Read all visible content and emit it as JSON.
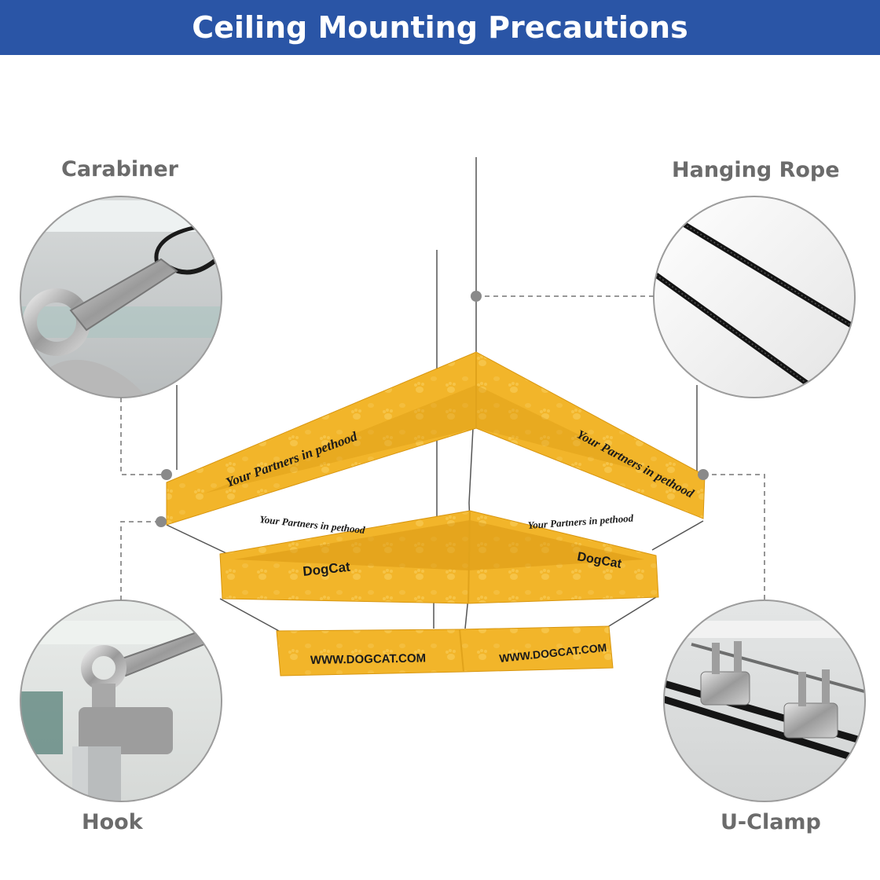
{
  "header": {
    "title": "Ceiling Mounting Precautions"
  },
  "labels": {
    "carabiner": "Carabiner",
    "hanging_rope": "Hanging Rope",
    "hook": "Hook",
    "u_clamp": "U-Clamp"
  },
  "banner": {
    "tier1_slogan": "Your Partners in pethood",
    "tier2_brand": "DogCat",
    "tier3_url": "WWW.DOGCAT.COM"
  },
  "colors": {
    "header_bg": "#2a55a6",
    "label_text": "#6b6b6b",
    "fabric": "#f2b52a",
    "fabric_dark": "#d8960f",
    "fabric_light": "#fbd25a",
    "connector": "#8a8a8a"
  }
}
